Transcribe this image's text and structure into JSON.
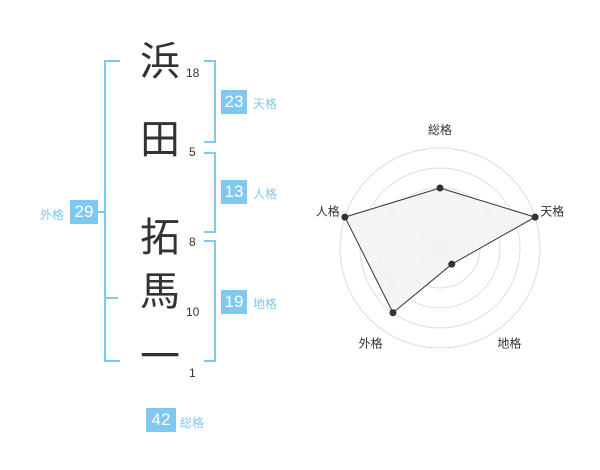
{
  "name": {
    "characters": [
      {
        "char": "浜",
        "strokes": "18"
      },
      {
        "char": "田",
        "strokes": "5"
      },
      {
        "char": "拓",
        "strokes": "8"
      },
      {
        "char": "馬",
        "strokes": "10"
      },
      {
        "char": "一",
        "strokes": "1"
      }
    ]
  },
  "fortune": {
    "tenkaku": {
      "value": "23",
      "label": "天格"
    },
    "jinkaku": {
      "value": "13",
      "label": "人格"
    },
    "chikaku": {
      "value": "19",
      "label": "地格"
    },
    "gaikaku": {
      "value": "29",
      "label": "外格"
    },
    "soukaku": {
      "value": "42",
      "label": "総格"
    }
  },
  "chart_data": {
    "type": "radar",
    "axes": [
      "総格",
      "天格",
      "地格",
      "外格",
      "人格"
    ],
    "rings": 5,
    "max": 5,
    "values": [
      3,
      5,
      1,
      4,
      5
    ],
    "colors": {
      "fill": "#f2f2f2",
      "stroke": "#333333",
      "grid": "#dddddd",
      "center": "#cccccc"
    }
  }
}
